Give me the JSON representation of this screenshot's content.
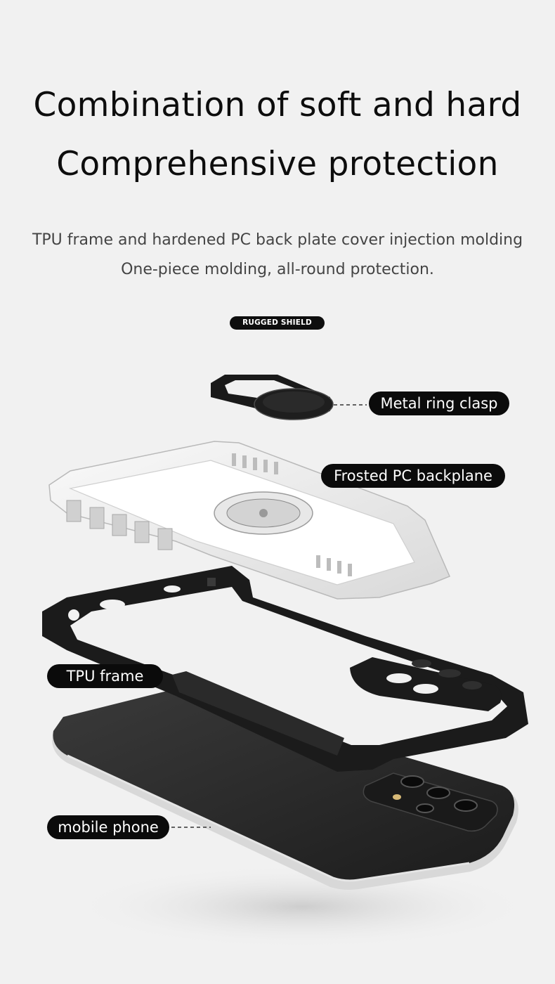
{
  "heading": {
    "line1": "Combination of soft and hard",
    "line2": "Comprehensive protection"
  },
  "subheading": {
    "line1": "TPU frame and hardened PC back plate cover injection molding",
    "line2": "One-piece molding, all-round protection."
  },
  "badge": "RUGGED SHIELD",
  "labels": {
    "ring": "Metal ring clasp",
    "backplane": "Frosted PC backplane",
    "frame": "TPU frame",
    "phone": "mobile phone"
  },
  "colors": {
    "background": "#f1f1f1",
    "pill": "#0b0b0b",
    "phone_body": "#2a2a2a"
  }
}
